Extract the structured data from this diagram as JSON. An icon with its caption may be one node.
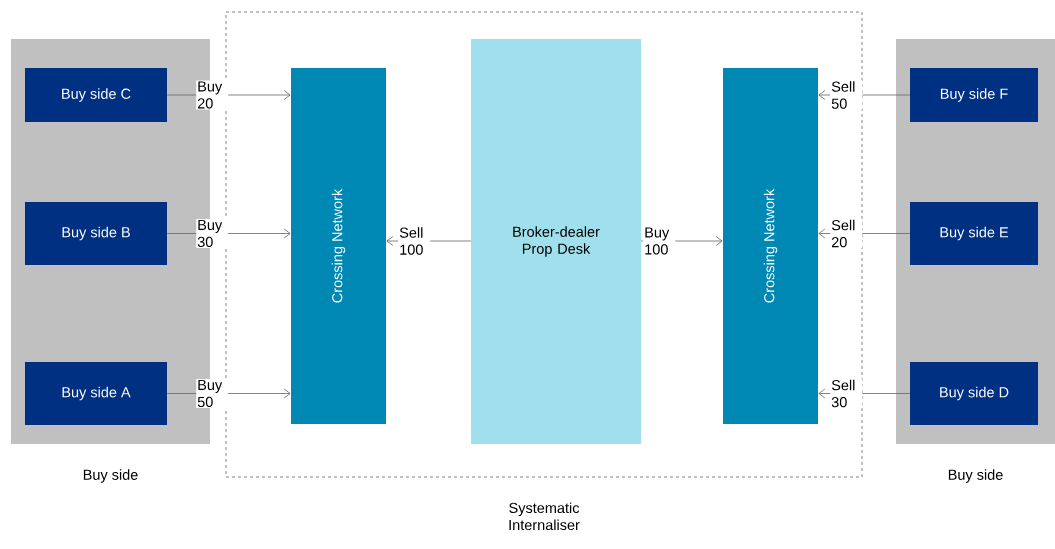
{
  "diagram": {
    "nodes": [
      {
        "text": [
          "Buy side"
        ]
      },
      {
        "text": [
          "Buy side C"
        ],
        "in": 0
      },
      {
        "text": [
          "Buy side B"
        ],
        "in": 0
      },
      {
        "text": [
          "Buy side A"
        ],
        "in": 0
      },
      {
        "text": [
          "Systematic Internaliser"
        ]
      },
      {
        "text": [
          "Crossing Network"
        ],
        "in": 4
      },
      {
        "text": [
          "Broker-dealer Prop Desk"
        ],
        "in": 4
      },
      {
        "text": [
          "Crossing Network"
        ],
        "in": 4
      },
      {
        "text": [
          "Buy side"
        ]
      },
      {
        "text": [
          "Buy side F"
        ],
        "in": 8
      },
      {
        "text": [
          "Buy side E"
        ],
        "in": 8
      },
      {
        "text": [
          "Buy side D"
        ],
        "in": 8
      }
    ],
    "edges": [
      {
        "from": 1,
        "to": 5,
        "arrow": "to",
        "label": "Buy 20"
      },
      {
        "from": 2,
        "to": 5,
        "arrow": "to",
        "label": "Buy 30"
      },
      {
        "from": 3,
        "to": 5,
        "arrow": "to",
        "label": "Buy 50"
      },
      {
        "from": 6,
        "to": 5,
        "arrow": "to",
        "label": "Sell 100"
      },
      {
        "from": 6,
        "to": 7,
        "arrow": "to",
        "label": "Buy 100"
      },
      {
        "from": 9,
        "to": 7,
        "arrow": "to",
        "label": "Sell 50"
      },
      {
        "from": 10,
        "to": 7,
        "arrow": "to",
        "label": "Sell 20"
      },
      {
        "from": 11,
        "to": 7,
        "arrow": "to",
        "label": "Sell 30"
      }
    ]
  }
}
